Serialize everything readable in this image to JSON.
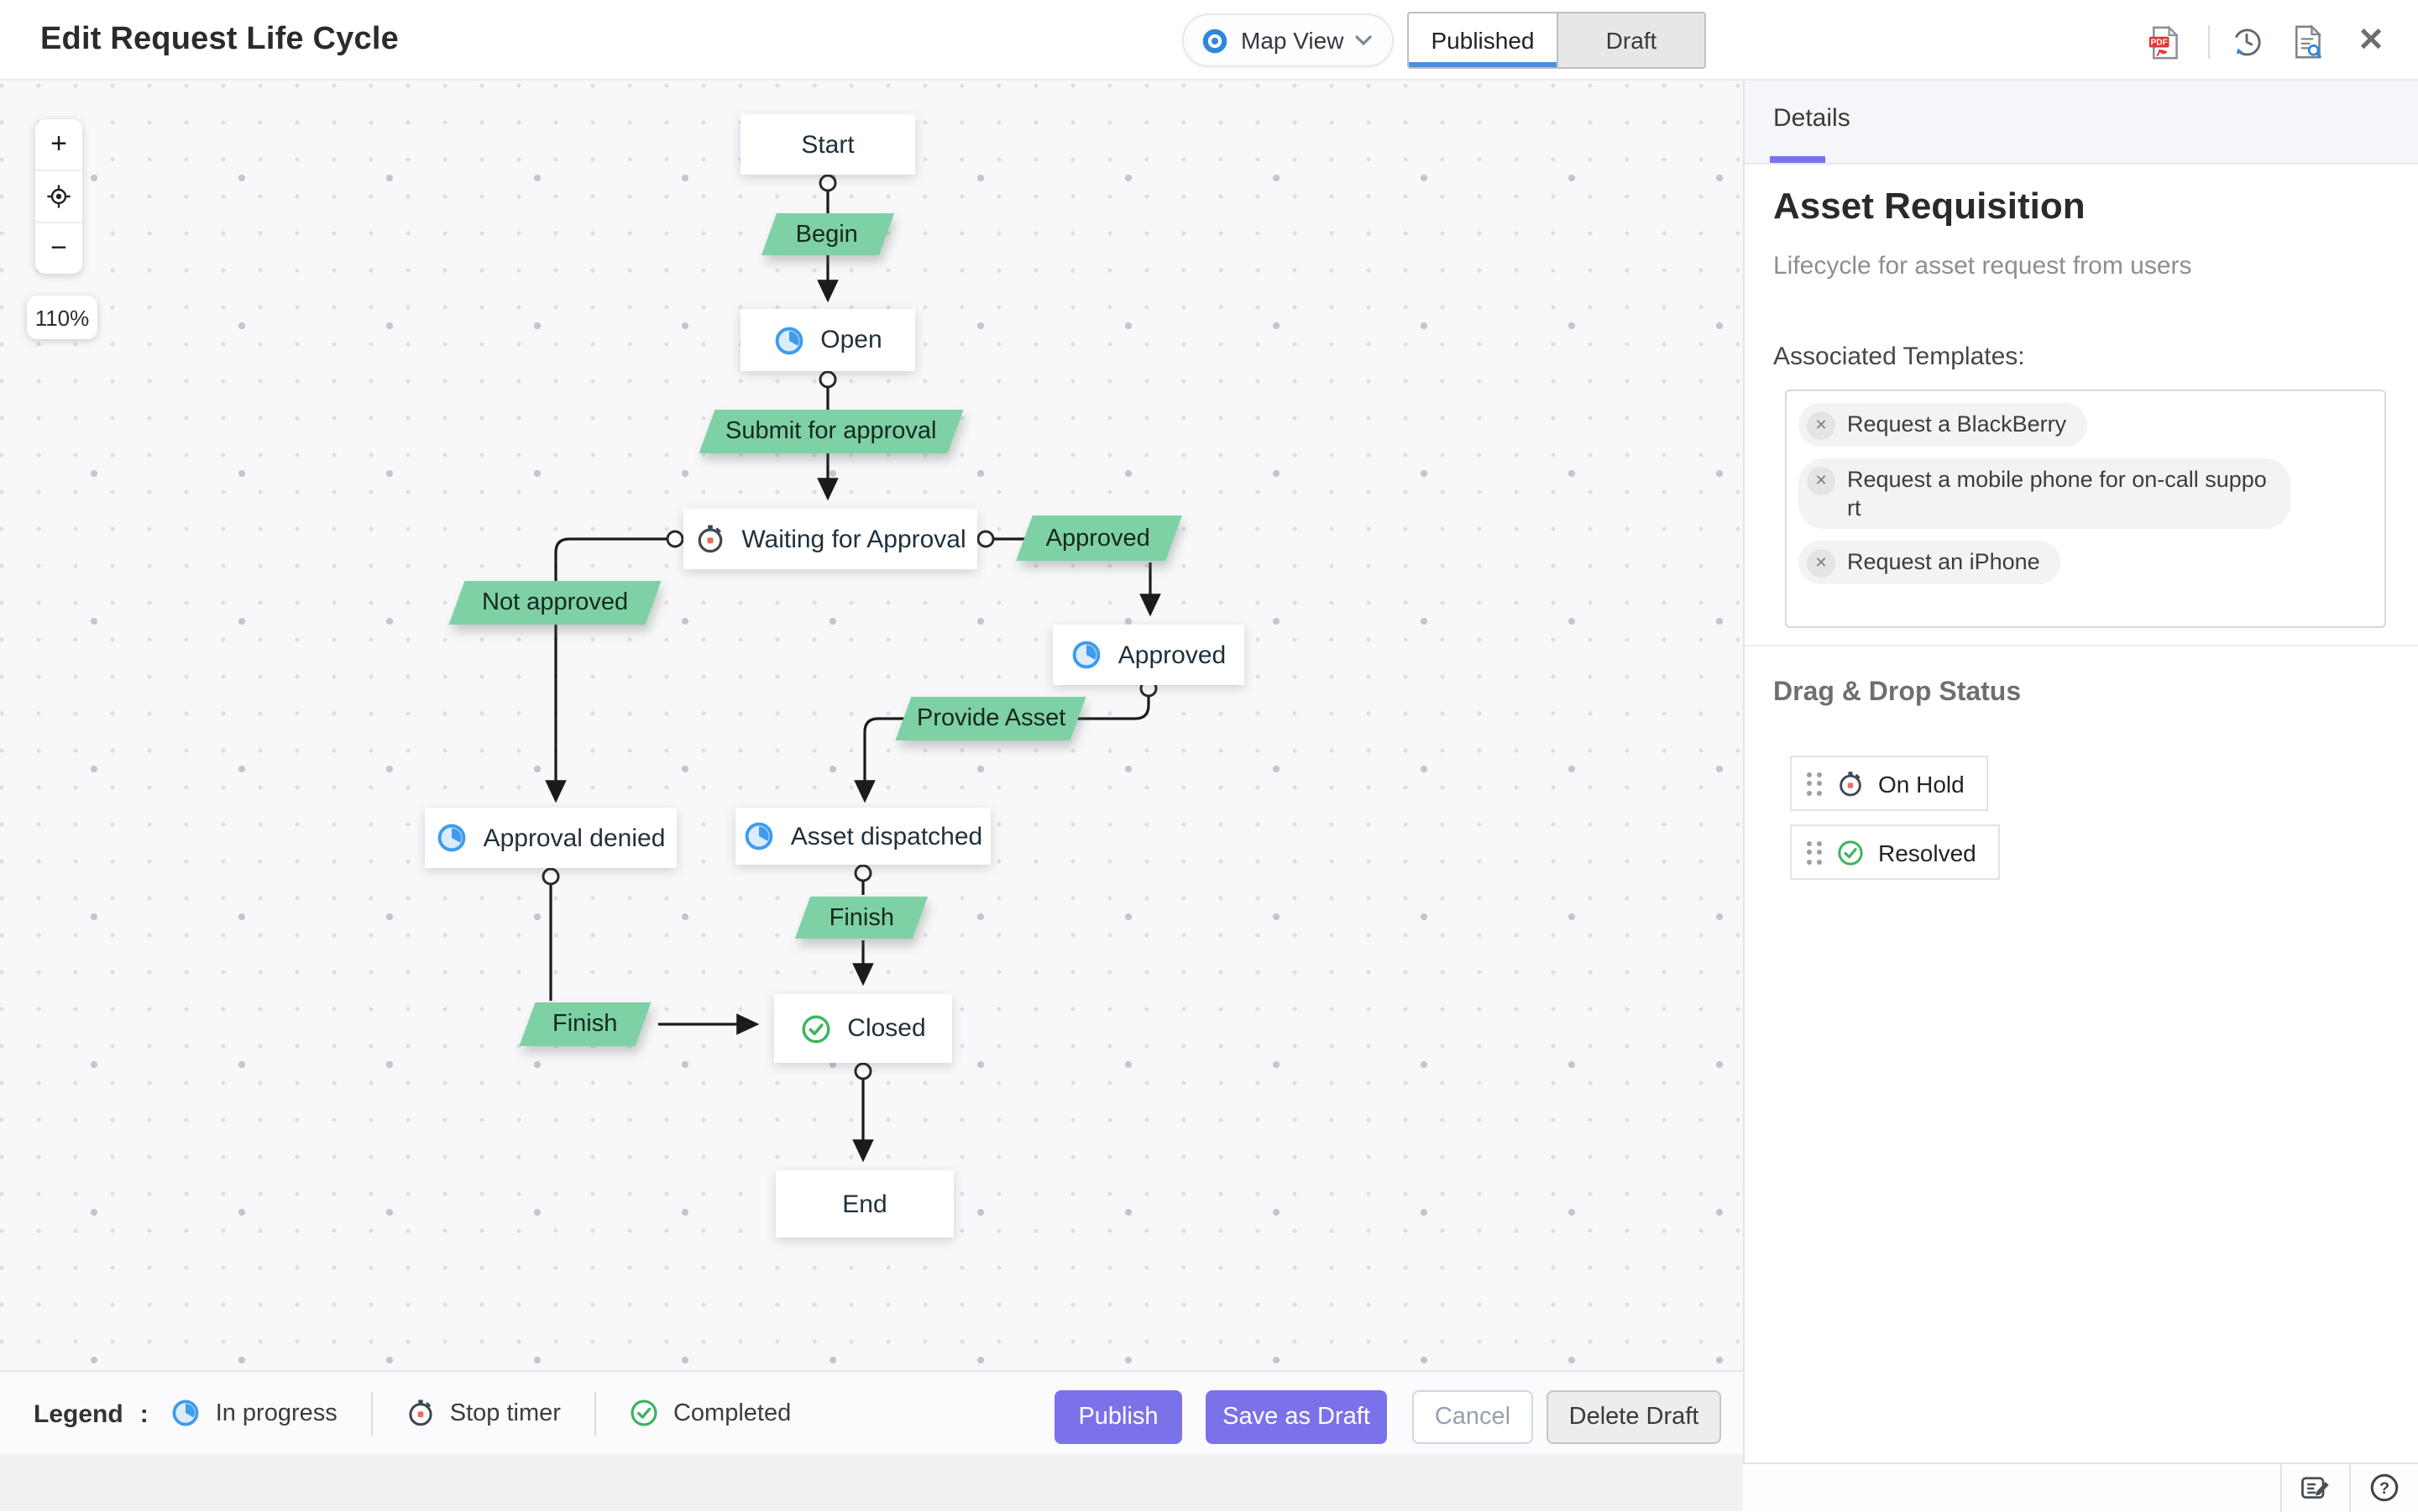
{
  "header": {
    "title": "Edit Request Life Cycle",
    "view_switcher": {
      "label": "Map View"
    },
    "mode_tabs": [
      {
        "label": "Published",
        "active": true
      },
      {
        "label": "Draft",
        "active": false
      }
    ]
  },
  "canvas": {
    "zoom_in_glyph": "+",
    "zoom_out_glyph": "−",
    "zoom_percent": "110%"
  },
  "flow": {
    "nodes": [
      {
        "id": "start",
        "label": "Start",
        "type": "terminal"
      },
      {
        "id": "begin",
        "label": "Begin",
        "type": "transition"
      },
      {
        "id": "open",
        "label": "Open",
        "type": "status",
        "icon": "in-progress"
      },
      {
        "id": "submit",
        "label": "Submit for approval",
        "type": "transition"
      },
      {
        "id": "waiting",
        "label": "Waiting for Approval",
        "type": "status",
        "icon": "stop-timer"
      },
      {
        "id": "approved_t",
        "label": "Approved",
        "type": "transition"
      },
      {
        "id": "not_approved",
        "label": "Not approved",
        "type": "transition"
      },
      {
        "id": "approved_s",
        "label": "Approved",
        "type": "status",
        "icon": "in-progress"
      },
      {
        "id": "provide_asset",
        "label": "Provide Asset",
        "type": "transition"
      },
      {
        "id": "approval_denied",
        "label": "Approval denied",
        "type": "status",
        "icon": "in-progress"
      },
      {
        "id": "asset_dispatched",
        "label": "Asset dispatched",
        "type": "status",
        "icon": "in-progress"
      },
      {
        "id": "finish_center",
        "label": "Finish",
        "type": "transition"
      },
      {
        "id": "finish_left",
        "label": "Finish",
        "type": "transition"
      },
      {
        "id": "closed",
        "label": "Closed",
        "type": "status",
        "icon": "completed"
      },
      {
        "id": "end",
        "label": "End",
        "type": "terminal"
      }
    ],
    "edges": [
      {
        "from": "start",
        "via": "Begin",
        "to": "open"
      },
      {
        "from": "open",
        "via": "Submit for approval",
        "to": "waiting"
      },
      {
        "from": "waiting",
        "via": "Approved",
        "to": "approved_s"
      },
      {
        "from": "waiting",
        "via": "Not approved",
        "to": "approval_denied"
      },
      {
        "from": "approved_s",
        "via": "Provide Asset",
        "to": "asset_dispatched"
      },
      {
        "from": "asset_dispatched",
        "via": "Finish",
        "to": "closed"
      },
      {
        "from": "approval_denied",
        "via": "Finish",
        "to": "closed"
      },
      {
        "from": "closed",
        "via": "",
        "to": "end"
      }
    ]
  },
  "panel": {
    "tab": "Details",
    "name": "Asset Requisition",
    "description": "Lifecycle for asset request from users",
    "templates_label": "Associated Templates:",
    "templates": [
      "Request a BlackBerry",
      "Request a mobile phone for on-call support",
      "Request an iPhone"
    ],
    "drag_drop_label": "Drag & Drop Status",
    "drag_statuses": [
      {
        "label": "On Hold",
        "icon": "stop-timer"
      },
      {
        "label": "Resolved",
        "icon": "completed"
      }
    ]
  },
  "legend": {
    "title": "Legend",
    "colon": ":",
    "items": [
      {
        "label": "In progress",
        "icon": "in-progress"
      },
      {
        "label": "Stop timer",
        "icon": "stop-timer"
      },
      {
        "label": "Completed",
        "icon": "completed"
      }
    ]
  },
  "footer_buttons": [
    {
      "label": "Publish",
      "style": "primary"
    },
    {
      "label": "Save as Draft",
      "style": "primary"
    },
    {
      "label": "Cancel",
      "style": "ghost"
    },
    {
      "label": "Delete Draft",
      "style": "secondary"
    }
  ],
  "icons": {
    "close_glyph": "✕",
    "chip_remove_glyph": "✕",
    "pdf_label": "PDF",
    "help_glyph": "?"
  },
  "colors": {
    "accent_purple": "#7b72e9",
    "tab_active_blue": "#4a90e2",
    "transition_green": "#7ed0a5",
    "in_progress_blue": "#3f9ced",
    "completed_green": "#3cb55e",
    "timer_red": "#ee6b5d"
  }
}
